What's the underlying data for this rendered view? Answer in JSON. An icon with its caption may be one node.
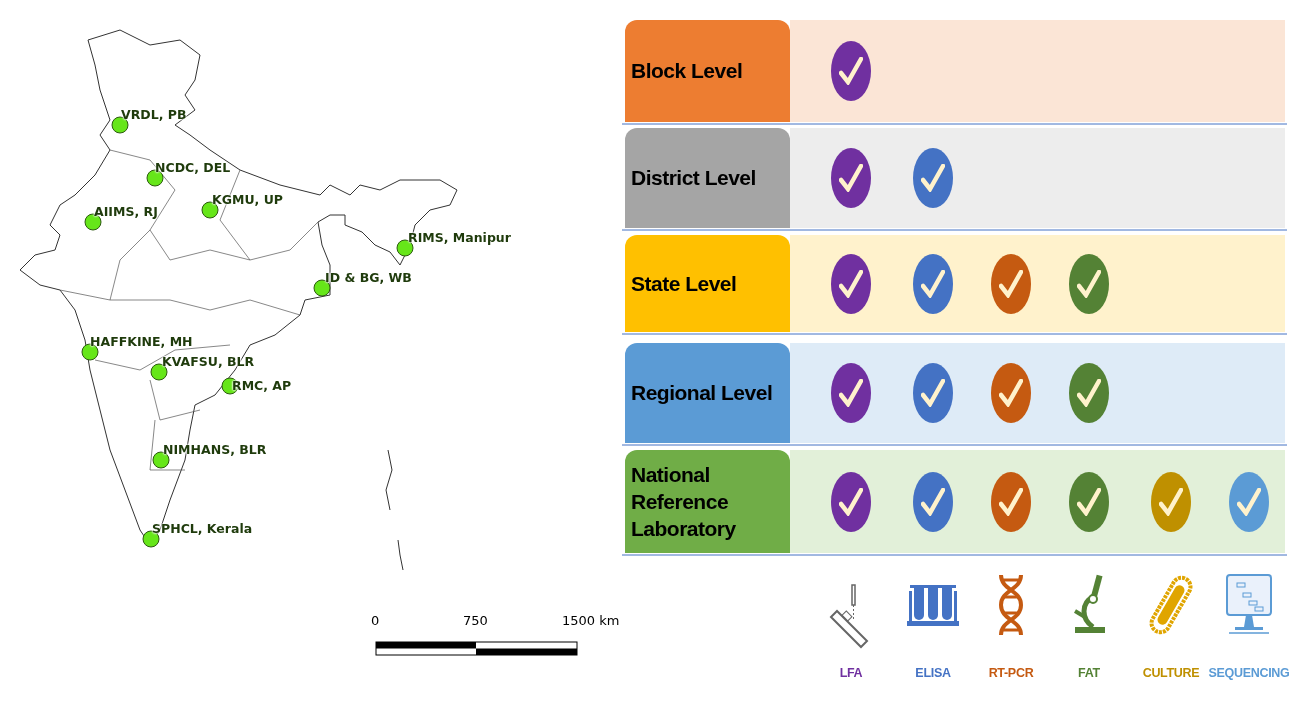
{
  "diagram": {
    "nodes": [
      {
        "text": [
          "Block Level"
        ]
      },
      {
        "text": [],
        "shape": "circle",
        "in": 0
      },
      {
        "text": [
          "District Level"
        ]
      },
      {
        "text": [],
        "shape": "circle",
        "in": 2
      },
      {
        "text": [],
        "shape": "circle",
        "in": 2
      },
      {
        "text": [
          "State Level"
        ]
      },
      {
        "text": [],
        "shape": "circle",
        "in": 5
      },
      {
        "text": [],
        "shape": "circle",
        "in": 5
      },
      {
        "text": [],
        "shape": "circle",
        "in": 5
      },
      {
        "text": [],
        "shape": "circle",
        "in": 5
      },
      {
        "text": [
          "Regional Level"
        ]
      },
      {
        "text": [],
        "shape": "circle",
        "in": 10
      },
      {
        "text": [],
        "shape": "circle",
        "in": 10
      },
      {
        "text": [],
        "shape": "circle",
        "in": 10
      },
      {
        "text": [],
        "shape": "circle",
        "in": 10
      },
      {
        "text": [
          "National Reference Laboratory"
        ]
      },
      {
        "text": [],
        "shape": "circle",
        "in": 15
      },
      {
        "text": [],
        "shape": "circle",
        "in": 15
      },
      {
        "text": [],
        "shape": "circle",
        "in": 15
      },
      {
        "text": [],
        "shape": "circle",
        "in": 15
      },
      {
        "text": [],
        "shape": "circle",
        "in": 15
      },
      {
        "text": [],
        "shape": "circle",
        "in": 15
      }
    ],
    "labels": [
      "VRDL, PB",
      "NCDC, DEL",
      "KGMU, UP",
      "AIIMS, RJ",
      "RIMS, Manipur",
      "ID & BG, WB",
      "HAFFKINE, MH",
      "KVAFSU, BLR",
      "RMC, AP",
      "NIMHANS, BLR",
      "SPHCL, Kerala",
      "0",
      "750",
      "1500 km",
      "LFA",
      "ELISA",
      "RT-PCR",
      "FAT",
      "CULTURE",
      "SEQUENCING"
    ]
  }
}
